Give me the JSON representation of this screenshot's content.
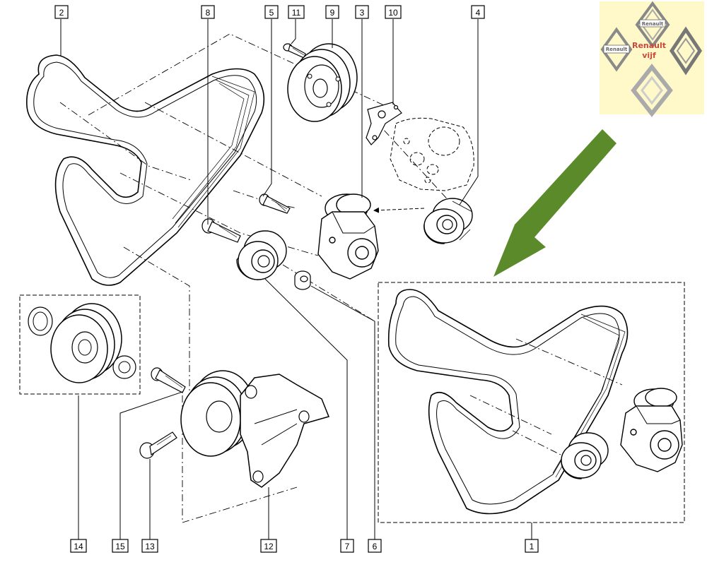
{
  "callouts": [
    {
      "id": "c1",
      "label": "1"
    },
    {
      "id": "c2",
      "label": "2"
    },
    {
      "id": "c3",
      "label": "3"
    },
    {
      "id": "c4",
      "label": "4"
    },
    {
      "id": "c5",
      "label": "5"
    },
    {
      "id": "c6",
      "label": "6"
    },
    {
      "id": "c7",
      "label": "7"
    },
    {
      "id": "c8",
      "label": "8"
    },
    {
      "id": "c9",
      "label": "9"
    },
    {
      "id": "c10",
      "label": "10"
    },
    {
      "id": "c11",
      "label": "11"
    },
    {
      "id": "c12",
      "label": "12"
    },
    {
      "id": "c13",
      "label": "13"
    },
    {
      "id": "c14",
      "label": "14"
    },
    {
      "id": "c15",
      "label": "15"
    }
  ],
  "logo": {
    "brand": "Renault",
    "caption": "vijf",
    "panel_color": "#fff8c8",
    "logo_color": "#c8483c"
  },
  "arrow_color": "#5a8a2a"
}
